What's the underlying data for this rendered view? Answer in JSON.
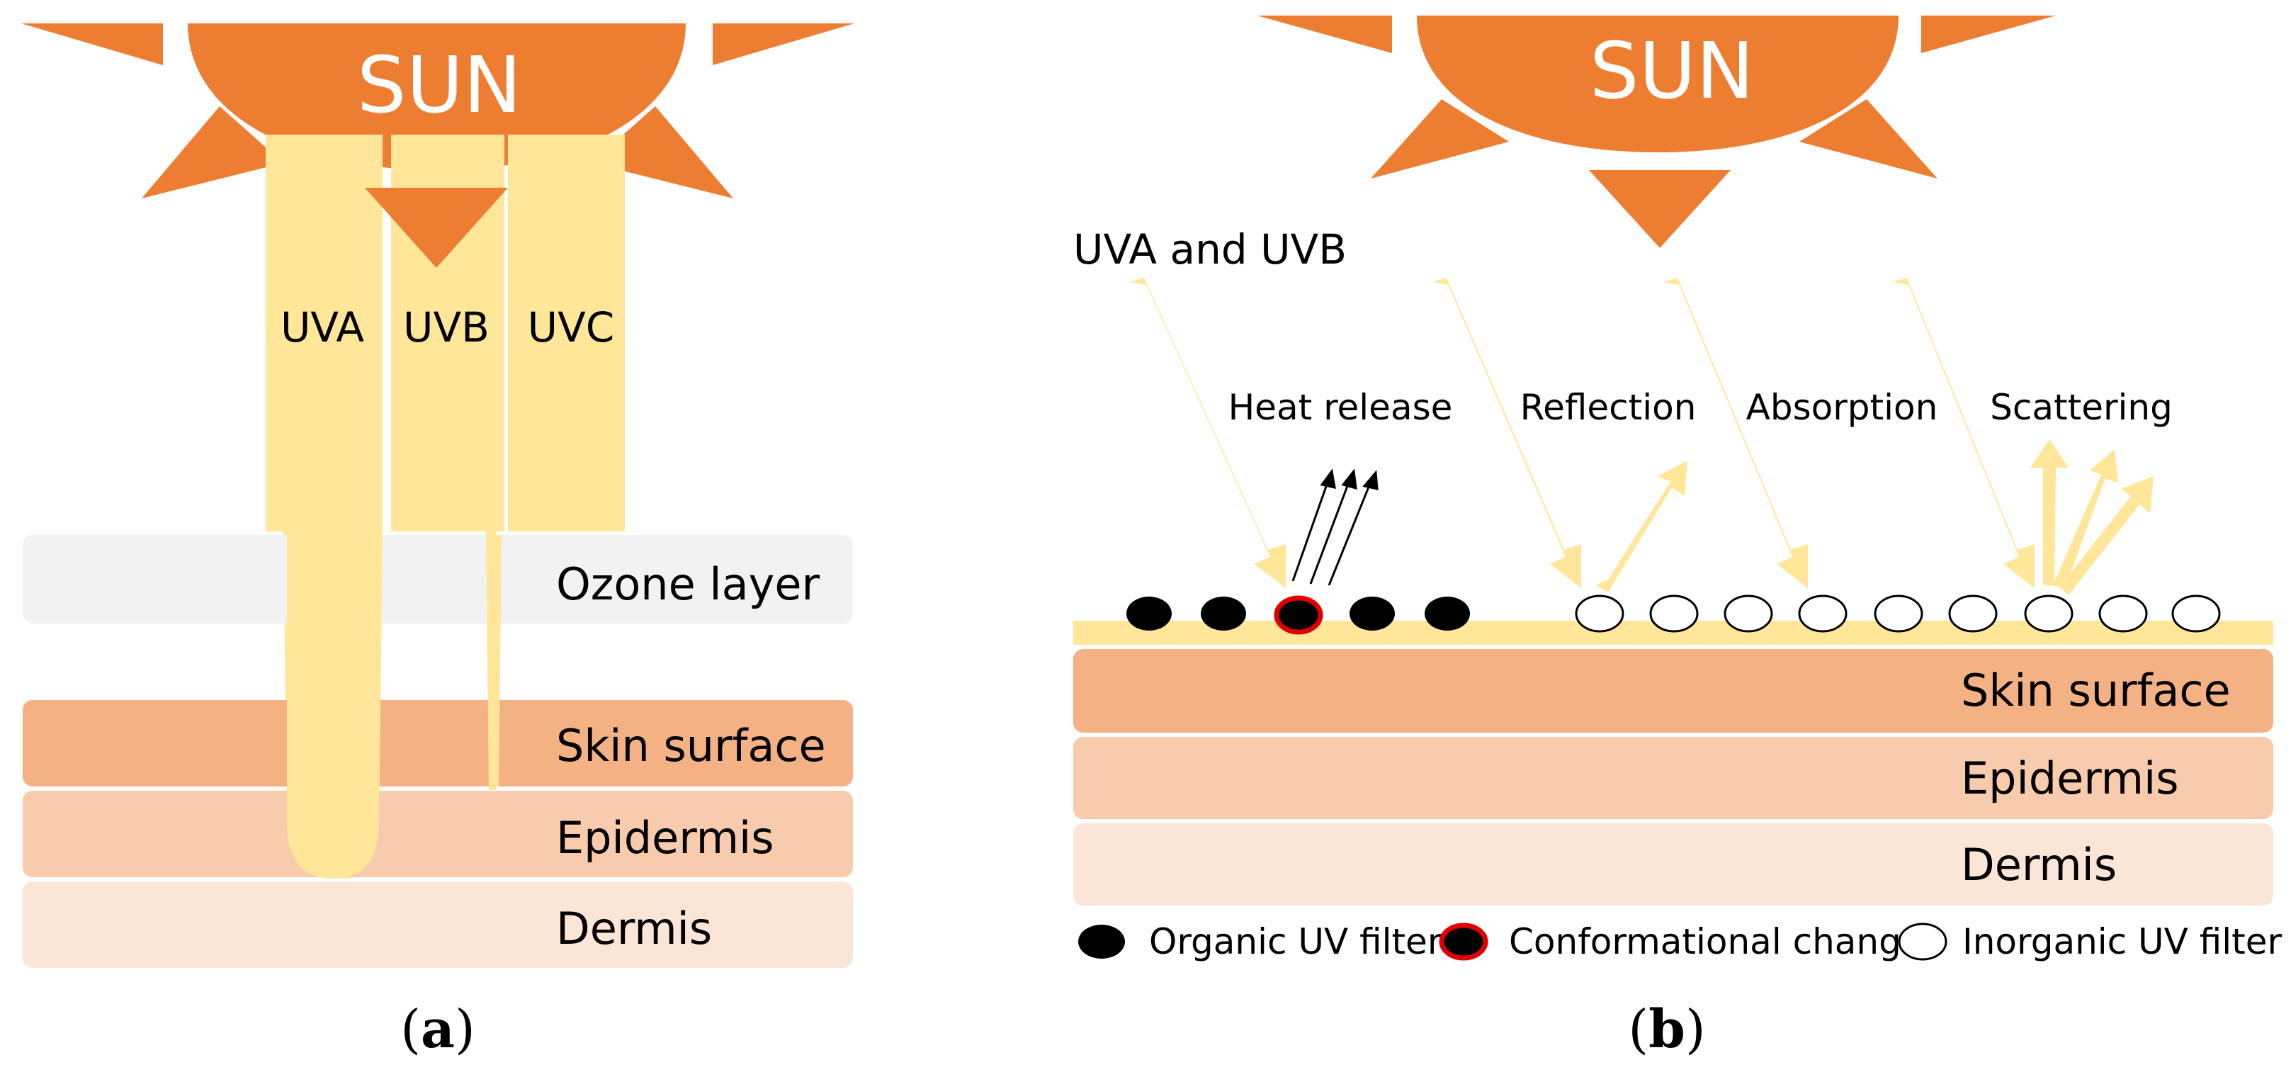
{
  "panel_a": {
    "sun_label": "SUN",
    "rays": [
      {
        "label": "UVA"
      },
      {
        "label": "UVB"
      },
      {
        "label": "UVC"
      }
    ],
    "layers": [
      {
        "label": "Ozone layer",
        "color": "#f2f2f2"
      },
      {
        "label": "Skin surface",
        "color": "#f4b183"
      },
      {
        "label": "Epidermis",
        "color": "#f8cbad"
      },
      {
        "label": "Dermis",
        "color": "#fbe5d6"
      }
    ],
    "caption_prefix": "(",
    "caption_letter": "a",
    "caption_suffix": ")"
  },
  "panel_b": {
    "sun_label": "SUN",
    "incoming_label": "UVA and UVB",
    "mechanisms": [
      {
        "label": "Heat release"
      },
      {
        "label": "Reflection"
      },
      {
        "label": "Absorption"
      },
      {
        "label": "Scattering"
      }
    ],
    "layers": [
      {
        "label": "Skin surface",
        "color": "#f4b183"
      },
      {
        "label": "Epidermis",
        "color": "#f8cbad"
      },
      {
        "label": "Dermis",
        "color": "#fbe5d6"
      }
    ],
    "legend": [
      {
        "label": "Organic UV filter"
      },
      {
        "label": "Conformational change"
      },
      {
        "label": "Inorganic UV filter"
      }
    ],
    "caption_prefix": "(",
    "caption_letter": "b",
    "caption_suffix": ")"
  },
  "colors": {
    "sun": "#ed7d31",
    "ray": "#ffe699",
    "filter_layer": "#ffe699",
    "organic_filter": "#000000",
    "conformational_outline": "#e00000"
  }
}
